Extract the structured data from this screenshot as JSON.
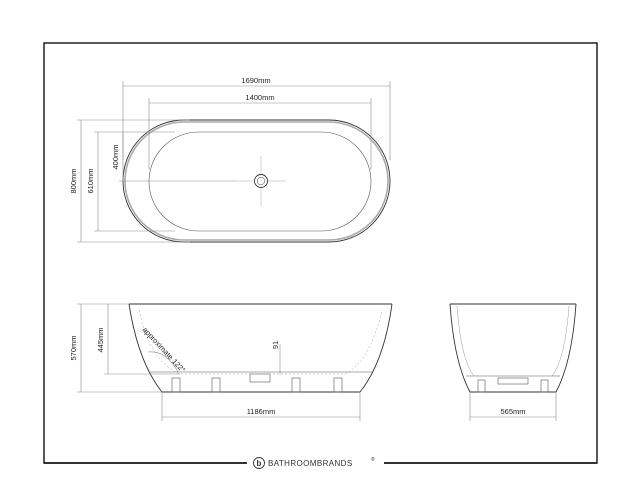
{
  "colors": {
    "frame": "#111111",
    "outline": "#333333",
    "dimension": "#8a8a8a",
    "brand": "#333333"
  },
  "plan_view": {
    "overall_length": "1690mm",
    "inner_length": "1400mm",
    "overall_width": "800mm",
    "inner_width": "610mm",
    "half_inner_width": "400mm"
  },
  "side_view": {
    "height": "570mm",
    "depth": "445mm",
    "backrest_angle": "approximate 122°",
    "drain_height": "91",
    "base_length": "1186mm"
  },
  "end_view": {
    "base_width": "565mm"
  },
  "brand": {
    "logo_letter": "b",
    "name": "BATHROOMBRANDS",
    "mark": "®"
  }
}
